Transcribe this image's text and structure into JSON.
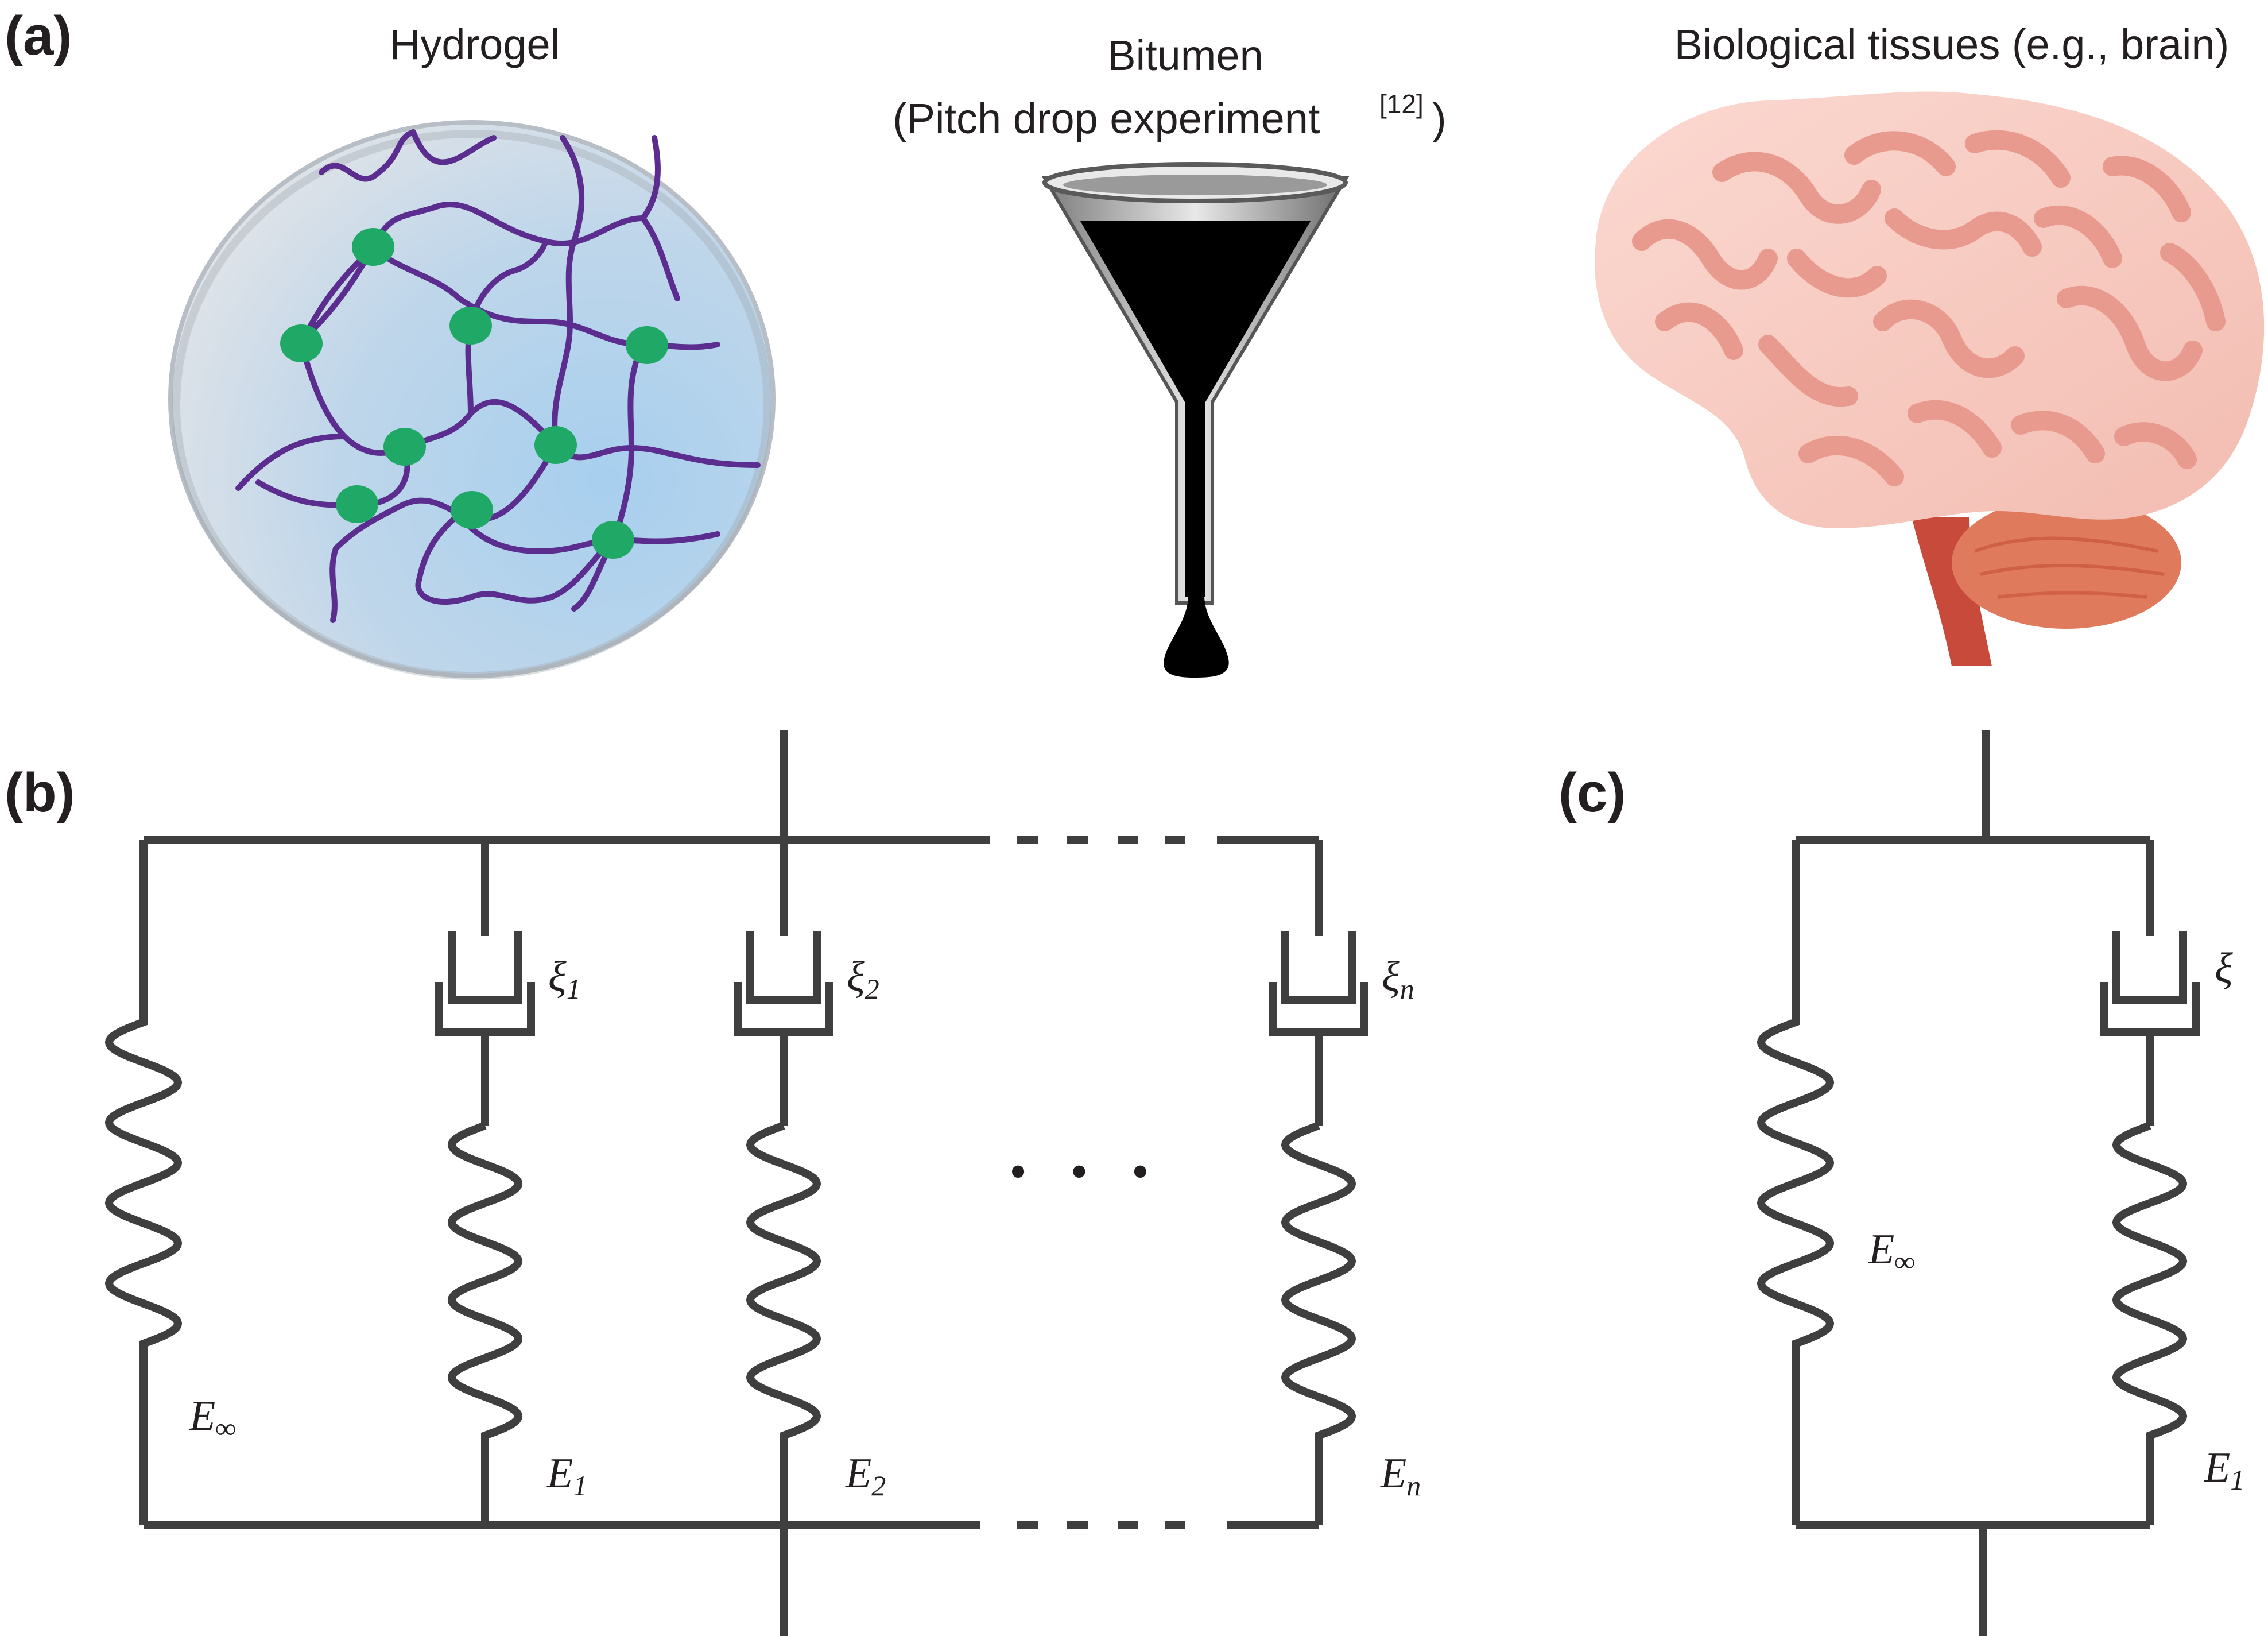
{
  "panel_a": {
    "label": "(a)",
    "hydrogel_title": "Hydrogel",
    "bitumen_title": "Bitumen",
    "bitumen_subtitle": "(Pitch drop experiment",
    "bitumen_ref": "[12]",
    "bitumen_close": ")",
    "tissue_title": "Biological tissues (e.g., brain)"
  },
  "panel_b": {
    "label": "(b)",
    "ellipsis": "• • •",
    "dampers": [
      {
        "sym": "ξ",
        "sub": "1"
      },
      {
        "sym": "ξ",
        "sub": "2"
      },
      {
        "sym": "ξ",
        "sub": "n"
      }
    ],
    "springs": [
      {
        "sym": "E",
        "sub": "∞"
      },
      {
        "sym": "E",
        "sub": "1"
      },
      {
        "sym": "E",
        "sub": "2"
      },
      {
        "sym": "E",
        "sub": "n"
      }
    ]
  },
  "panel_c": {
    "label": "(c)",
    "damper": {
      "sym": "ξ"
    },
    "springs": [
      {
        "sym": "E",
        "sub": "∞"
      },
      {
        "sym": "E",
        "sub": "1"
      }
    ]
  },
  "colors": {
    "wire": "#3f3f3f",
    "polymer": "#5b2d8e",
    "crosslink": "#1fa866",
    "gel_edge": "#c8cfd6",
    "gel_fill": "#a9cbe6",
    "brain": "#f6c9c0",
    "brain_fold": "#e89a8f",
    "brainstem": "#c84a3a",
    "cerebellum": "#e07a5c"
  }
}
